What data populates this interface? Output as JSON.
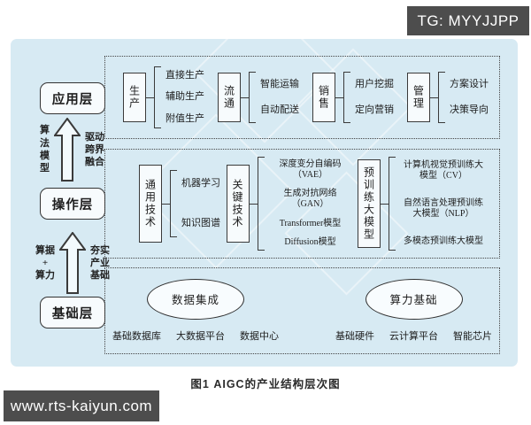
{
  "colors": {
    "panel_bg": "#d7eaf3",
    "badge_bg": "#4d4d4d",
    "line": "#3a3a3a",
    "box_fill": "#f7fbfd"
  },
  "badges": {
    "top_right": "TG: MYYJJPP",
    "bottom_left": "www.rts-kaiyun.com"
  },
  "caption": "图1  AIGC的产业结构层次图",
  "arrows": [
    {
      "left": "算\n法\n模\n型",
      "right": "驱动\n跨界\n融合"
    },
    {
      "left": "算据\n+\n算力",
      "right": "夯实\n产业\n基础"
    }
  ],
  "layers": {
    "application": {
      "name": "应用层",
      "groups": [
        {
          "title": "生产",
          "items": [
            "直接生产",
            "辅助生产",
            "附值生产"
          ]
        },
        {
          "title": "流通",
          "items": [
            "智能运输",
            "自动配送"
          ]
        },
        {
          "title": "销售",
          "items": [
            "用户挖掘",
            "定向营销"
          ]
        },
        {
          "title": "管理",
          "items": [
            "方案设计",
            "决策导向"
          ]
        }
      ]
    },
    "operation": {
      "name": "操作层",
      "groups": [
        {
          "title": "通用技术",
          "items": [
            "机器学习",
            "知识图谱"
          ]
        },
        {
          "title": "关键技术",
          "items": [
            "深度变分自编码（VAE）",
            "生成对抗网络（GAN）",
            "Transformer模型",
            "Diffusion模型"
          ]
        },
        {
          "title": "预训练大模型",
          "items": [
            "计算机视觉预训练大模型（CV）",
            "自然语言处理预训练大模型（NLP）",
            "多模态预训练大模型"
          ]
        }
      ]
    },
    "base": {
      "name": "基础层",
      "clusters": [
        {
          "title": "数据集成",
          "items": [
            "基础数据库",
            "大数据平台",
            "数据中心"
          ]
        },
        {
          "title": "算力基础",
          "items": [
            "基础硬件",
            "云计算平台",
            "智能芯片"
          ]
        }
      ]
    }
  }
}
